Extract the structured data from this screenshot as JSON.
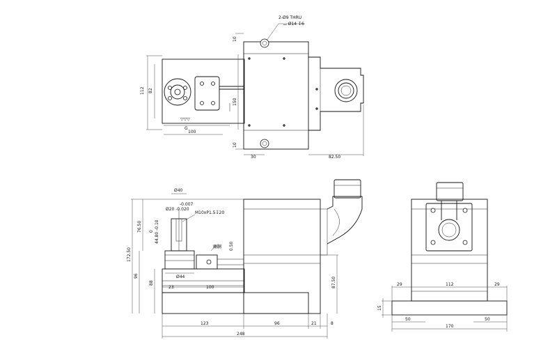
{
  "top_view": {
    "note_holes_line1": "2-Ø9 THRU",
    "note_holes_line2": "⌴ Ø14 ↧6",
    "dim_height_112": "112",
    "dim_height_82": "82",
    "dim_150": "150",
    "dim_10_top": "10",
    "dim_10_bottom": "10",
    "dim_100": "100",
    "dim_30": "30",
    "dim_82_50": "82.50",
    "label_g": "G",
    "surface_symbol": "▽▽▽"
  },
  "front_view": {
    "dim_dia_40": "Ø40",
    "tol_upper": "-0.007",
    "dim_dia_20": "Ø20 -0.020",
    "thread_note": "M10xP1.5↧20",
    "tol_zero": "0",
    "dim_44_80": "44.80 -0.10",
    "dim_76_50": "76.50",
    "dim_172_50": "172.50",
    "dim_96": "96",
    "dim_88": "88",
    "label_alt": "廟胴",
    "dim_0_50": "0.50",
    "dim_dia_44": "Ø44",
    "dim_23": "23",
    "dim_100": "100",
    "dim_87_50": "87.50",
    "dim_123": "123",
    "dim_96_bottom": "96",
    "dim_21": "21",
    "dim_8": "8",
    "dim_248": "248"
  },
  "side_view": {
    "dim_29_left": "29",
    "dim_112": "112",
    "dim_29_right": "29",
    "dim_15": "15",
    "dim_50_left": "50",
    "dim_50_right": "50",
    "dim_170": "170"
  }
}
